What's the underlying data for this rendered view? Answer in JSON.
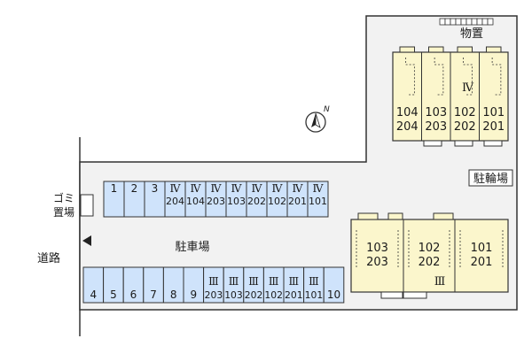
{
  "labels": {
    "storage": "物置",
    "bicycle_parking": "駐輪場",
    "garbage": "ゴミ置場",
    "road": "道路",
    "parking": "駐車場",
    "north": "N"
  },
  "building_iv": {
    "name": "Ⅳ",
    "units": [
      {
        "upper": "104",
        "lower": "204"
      },
      {
        "upper": "103",
        "lower": "203"
      },
      {
        "upper": "102",
        "lower": "202"
      },
      {
        "upper": "101",
        "lower": "201"
      }
    ]
  },
  "building_iii": {
    "name": "Ⅲ",
    "units": [
      {
        "upper": "103",
        "lower": "203"
      },
      {
        "upper": "102",
        "lower": "202"
      },
      {
        "upper": "101",
        "lower": "201"
      }
    ]
  },
  "parking_top": [
    {
      "top": "1",
      "bottom": ""
    },
    {
      "top": "2",
      "bottom": ""
    },
    {
      "top": "3",
      "bottom": ""
    },
    {
      "top": "Ⅳ",
      "bottom": "204"
    },
    {
      "top": "Ⅳ",
      "bottom": "104"
    },
    {
      "top": "Ⅳ",
      "bottom": "203"
    },
    {
      "top": "Ⅳ",
      "bottom": "103"
    },
    {
      "top": "Ⅳ",
      "bottom": "202"
    },
    {
      "top": "Ⅳ",
      "bottom": "102"
    },
    {
      "top": "Ⅳ",
      "bottom": "201"
    },
    {
      "top": "Ⅳ",
      "bottom": "101"
    }
  ],
  "parking_bottom": [
    {
      "top": "",
      "bottom": "4"
    },
    {
      "top": "",
      "bottom": "5"
    },
    {
      "top": "",
      "bottom": "6"
    },
    {
      "top": "",
      "bottom": "7"
    },
    {
      "top": "",
      "bottom": "8"
    },
    {
      "top": "",
      "bottom": "9"
    },
    {
      "top": "Ⅲ",
      "bottom": "203"
    },
    {
      "top": "Ⅲ",
      "bottom": "103"
    },
    {
      "top": "Ⅲ",
      "bottom": "202"
    },
    {
      "top": "Ⅲ",
      "bottom": "102"
    },
    {
      "top": "Ⅲ",
      "bottom": "201"
    },
    {
      "top": "Ⅲ",
      "bottom": "101"
    },
    {
      "top": "",
      "bottom": "10"
    }
  ],
  "colors": {
    "lot_fill": "#f2f2f2",
    "building_fill": "#fbf6cc",
    "parking_fill": "#cfe3fb",
    "outline": "#333333"
  }
}
